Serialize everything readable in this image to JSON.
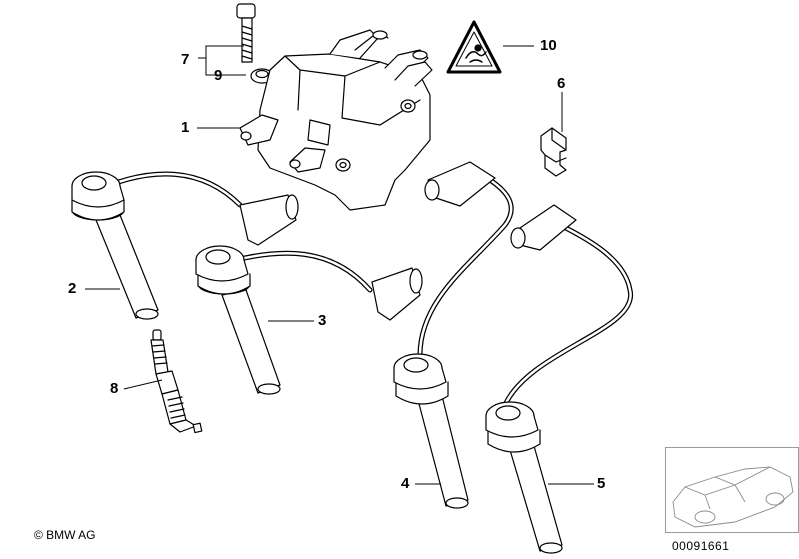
{
  "callouts": {
    "p1": "1",
    "p2": "2",
    "p3": "3",
    "p4": "4",
    "p5": "5",
    "p6": "6",
    "p7": "7",
    "p8": "8",
    "p9": "9",
    "p10": "10"
  },
  "footer": {
    "copyright": "© BMW AG",
    "doc_number": "00091661"
  },
  "colors": {
    "line": "#000000",
    "part_fill": "#ffffff",
    "thumbnail_border": "#9a9a9a"
  },
  "icons": [
    "ignition-coil",
    "ignition-lead",
    "spark-plug",
    "bolt",
    "washer",
    "clip",
    "high-voltage-warning-triangle",
    "car-thumbnail"
  ]
}
